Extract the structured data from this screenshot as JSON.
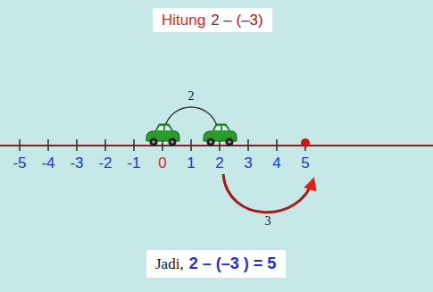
{
  "diagram": {
    "nodes": [
      {
        "text": [
          "Hitung",
          "2 – (–3)"
        ]
      },
      {
        "text": [
          "Jadi,",
          "2 – (–3 ) = 5"
        ]
      }
    ],
    "labels": [
      "-5",
      "-4",
      "-3",
      "-2",
      "-1",
      "0",
      "1",
      "2",
      "3",
      "4",
      "5",
      "2",
      "3"
    ]
  }
}
